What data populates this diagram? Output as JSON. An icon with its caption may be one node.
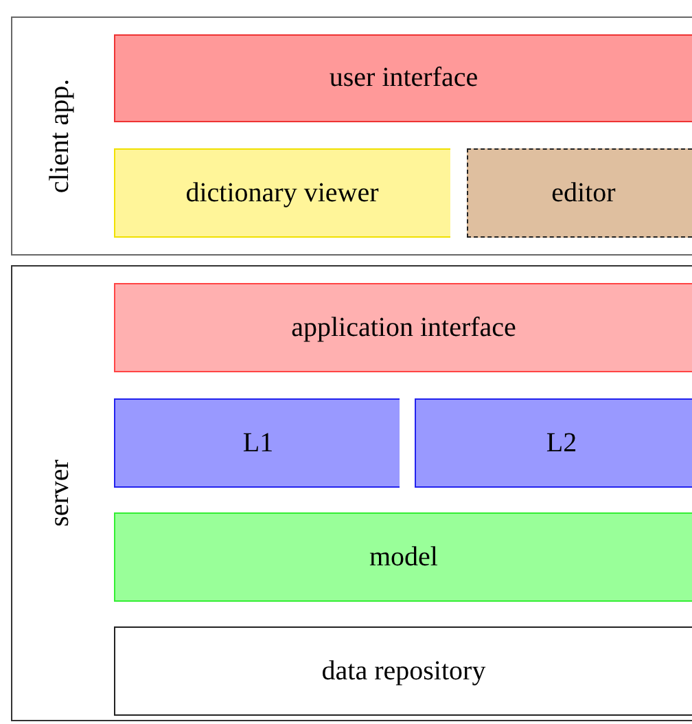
{
  "diagram": {
    "nodes": [
      {
        "text": [
          "client app."
        ]
      },
      {
        "text": [
          "user interface"
        ],
        "in": 0
      },
      {
        "text": [
          "dictionary viewer"
        ],
        "in": 0
      },
      {
        "text": [
          "editor"
        ],
        "in": 0
      },
      {
        "text": [
          "server"
        ]
      },
      {
        "text": [
          "application interface"
        ],
        "in": 4
      },
      {
        "text": [
          "L1"
        ],
        "in": 4
      },
      {
        "text": [
          "L2"
        ],
        "in": 4
      },
      {
        "text": [
          "model"
        ],
        "in": 4
      },
      {
        "text": [
          "data repository"
        ],
        "in": 4
      }
    ]
  }
}
